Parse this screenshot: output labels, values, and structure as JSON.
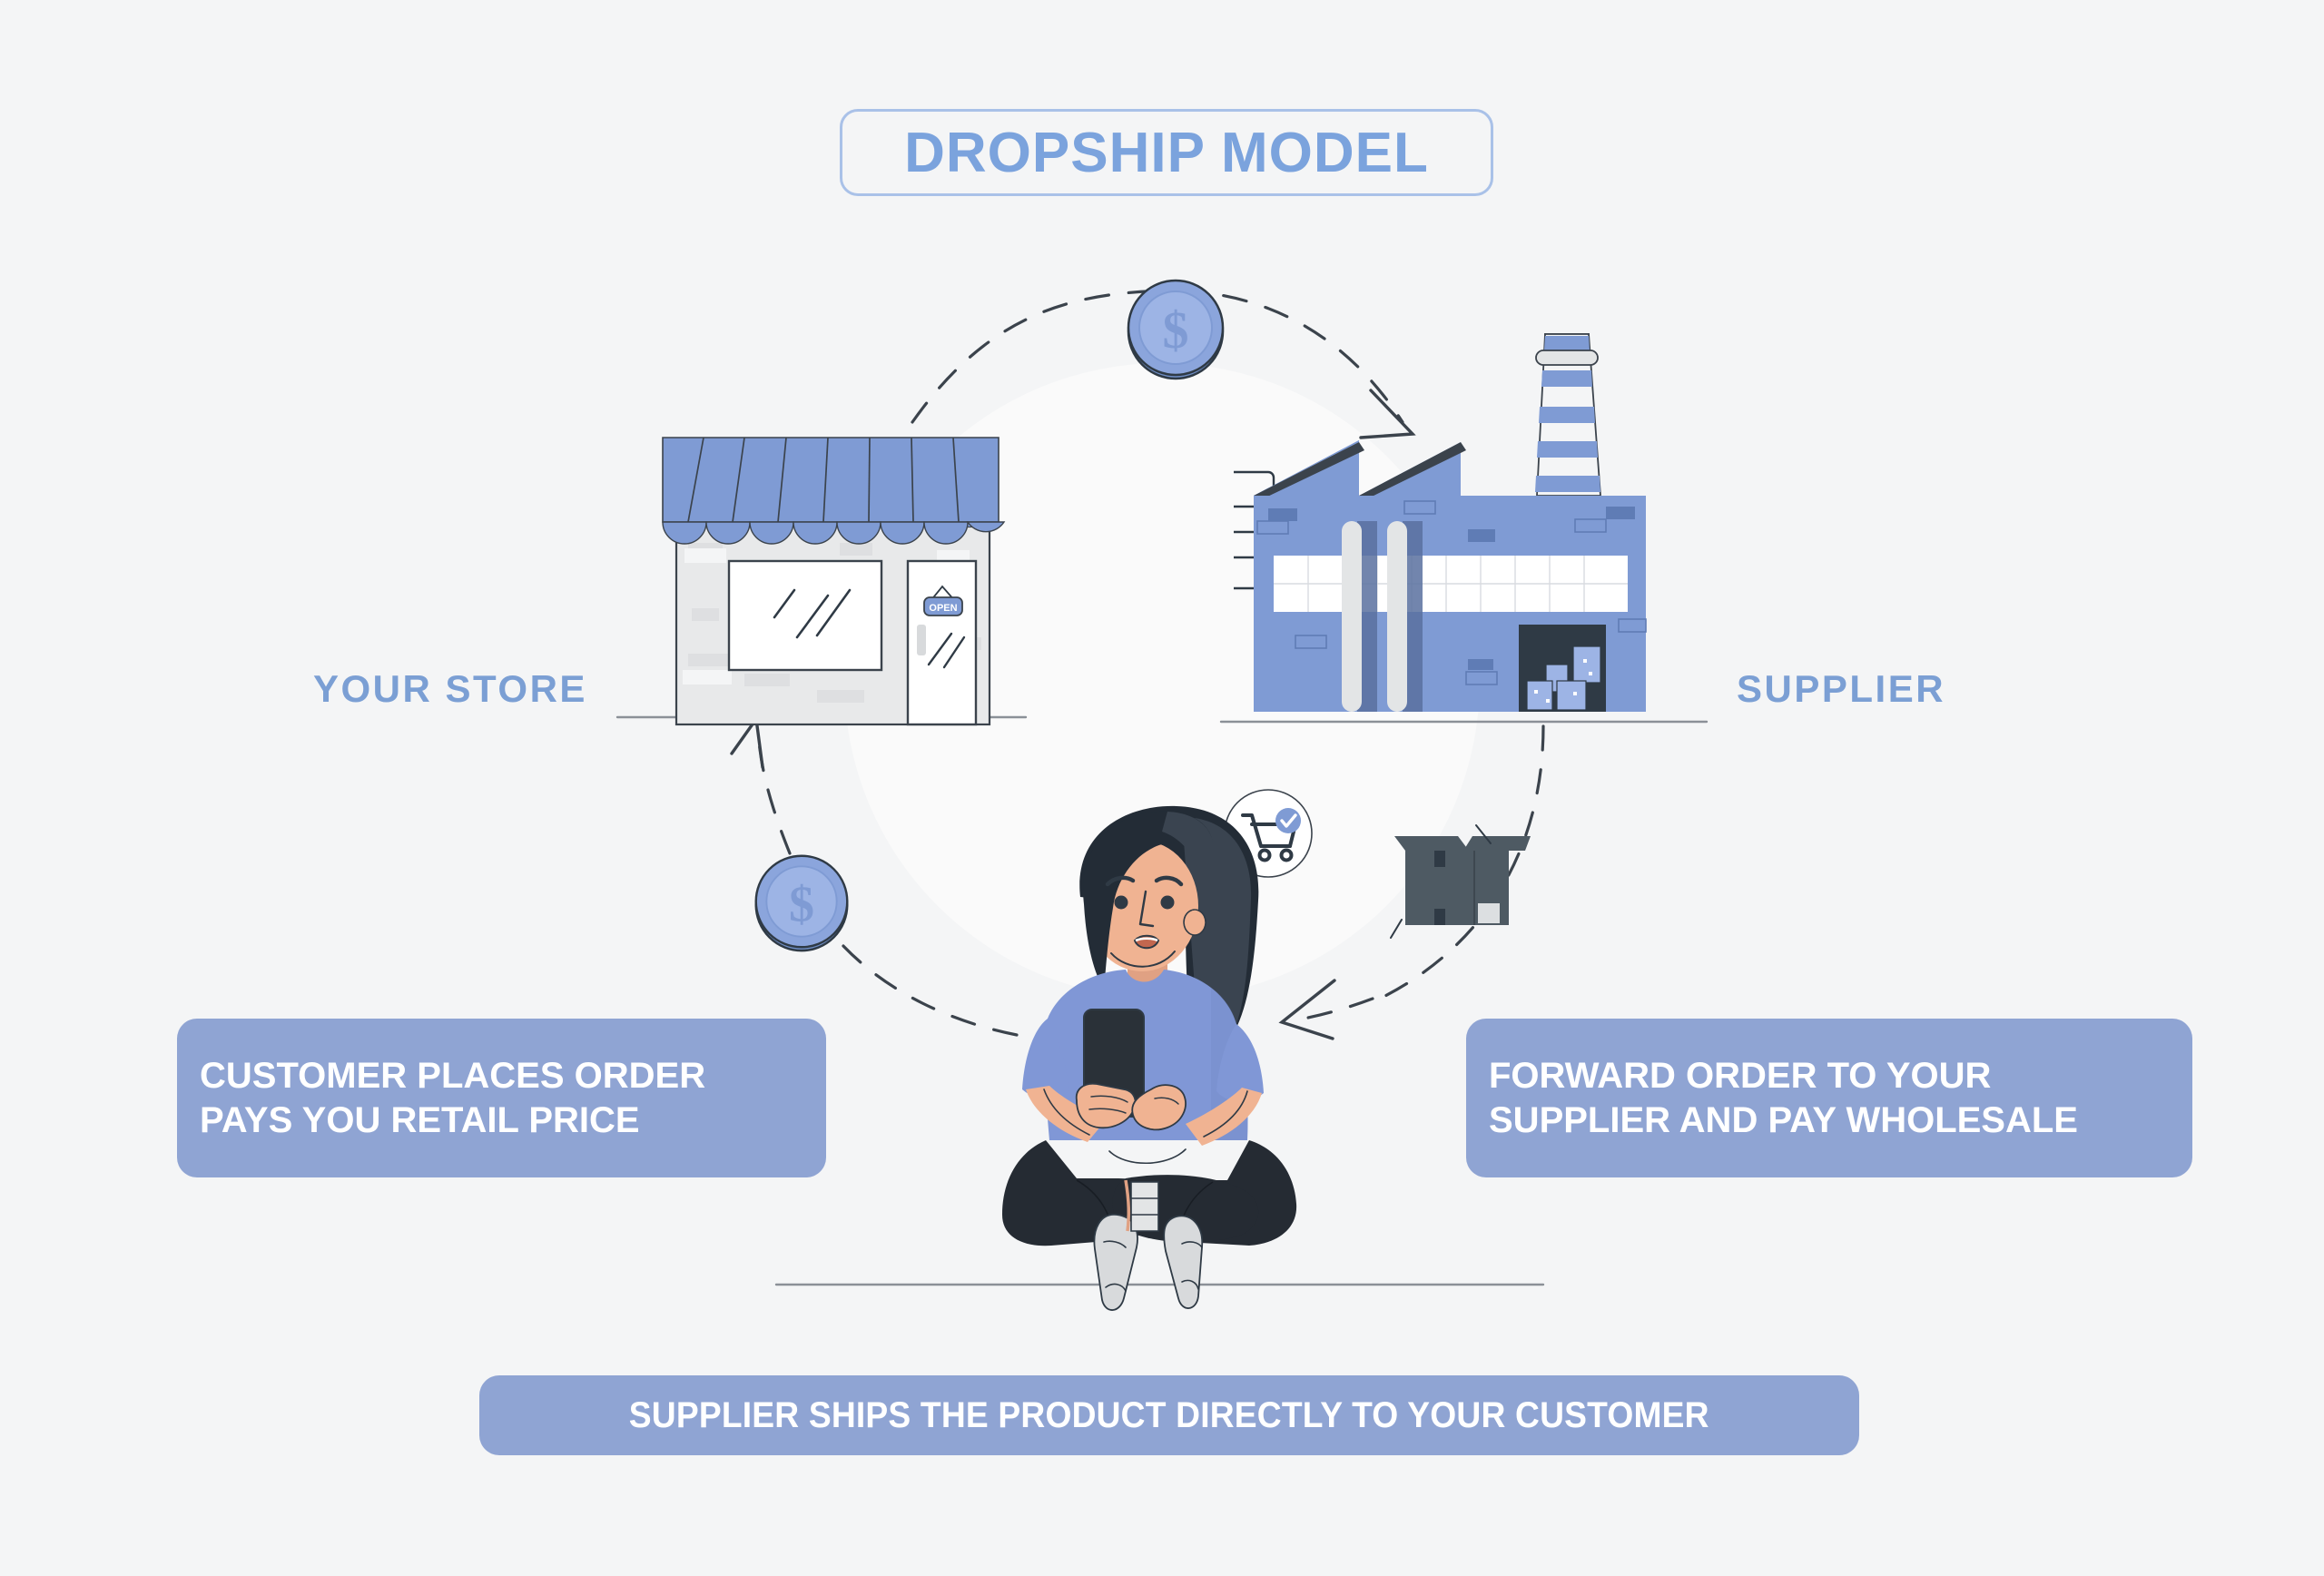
{
  "page": {
    "title": "DROPSHIP MODEL",
    "background_color": "#f4f5f6"
  },
  "colors": {
    "brand_blue": "#7ba3dd",
    "badge_blue": "#8fa4d3",
    "illustration_blue": "#7f9bd4",
    "dark_ink": "#2f3a45",
    "box_gray": "#4e5a63",
    "skin": "#f0b392",
    "shirt_blue": "#8097d6",
    "pants_dark": "#252b33",
    "shoe_gray": "#d8dadc",
    "hair_dark": "#232c36"
  },
  "nodes": [
    {
      "id": "your-store",
      "label": "YOUR STORE",
      "icon": "storefront-icon"
    },
    {
      "id": "supplier",
      "label": "SUPPLIER",
      "icon": "factory-icon"
    }
  ],
  "badges": [
    {
      "id": "left",
      "lines": [
        "CUSTOMER PLACES ORDER",
        "PAYS YOU RETAIL PRICE"
      ]
    },
    {
      "id": "right",
      "lines": [
        "FORWARD ORDER TO YOUR",
        "SUPPLIER AND PAY WHOLESALE"
      ]
    },
    {
      "id": "bottom",
      "lines": [
        "SUPPLIER SHIPS THE PRODUCT DIRECTLY  TO YOUR CUSTOMER"
      ]
    }
  ],
  "illustration": {
    "store_sign_text": "OPEN",
    "coins": [
      {
        "id": "coin-top",
        "symbol": "$",
        "meaning": "payment-store-to-supplier"
      },
      {
        "id": "coin-left",
        "symbol": "$",
        "meaning": "payment-customer-to-store"
      }
    ],
    "speech_bubble": {
      "icon": "shopping-cart-icon",
      "badge_icon": "check-circle-icon"
    },
    "package": {
      "icon": "open-box-icon"
    },
    "person": {
      "icon": "person-with-phone-icon"
    }
  },
  "flow_arrows": [
    {
      "id": "arrow-store-to-supplier",
      "from": "your-store",
      "to": "supplier",
      "style": "dashed-curve",
      "direction": "right"
    },
    {
      "id": "arrow-supplier-to-customer",
      "from": "supplier",
      "to": "customer",
      "style": "dashed-curve",
      "direction": "down-left"
    },
    {
      "id": "arrow-customer-to-store",
      "from": "customer",
      "to": "your-store",
      "style": "dashed-curve",
      "direction": "up-left"
    }
  ]
}
